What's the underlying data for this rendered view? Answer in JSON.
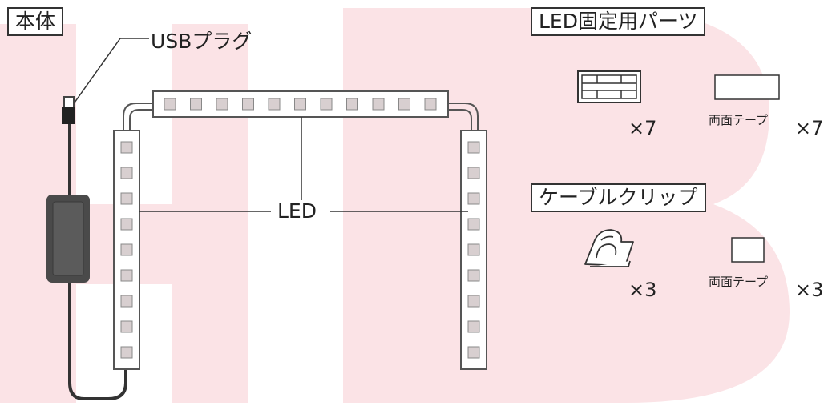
{
  "labels": {
    "body": "本体",
    "usb_plug": "USBプラグ",
    "led": "LED",
    "led_fixing_parts": "LED固定用パーツ",
    "cable_clip": "ケーブルクリップ"
  },
  "parts": {
    "bracket_qty": "×7",
    "tape_small_name": "両面テープ",
    "tape_small_qty": "×7",
    "clip_qty": "×3",
    "tape_large_name": "両面テープ",
    "tape_large_qty": "×3"
  },
  "colors": {
    "watermark": "#fbe3e6",
    "led_cell": "#d8cfd0",
    "strip_outline": "#555555",
    "controller": "#4a4a4a"
  }
}
